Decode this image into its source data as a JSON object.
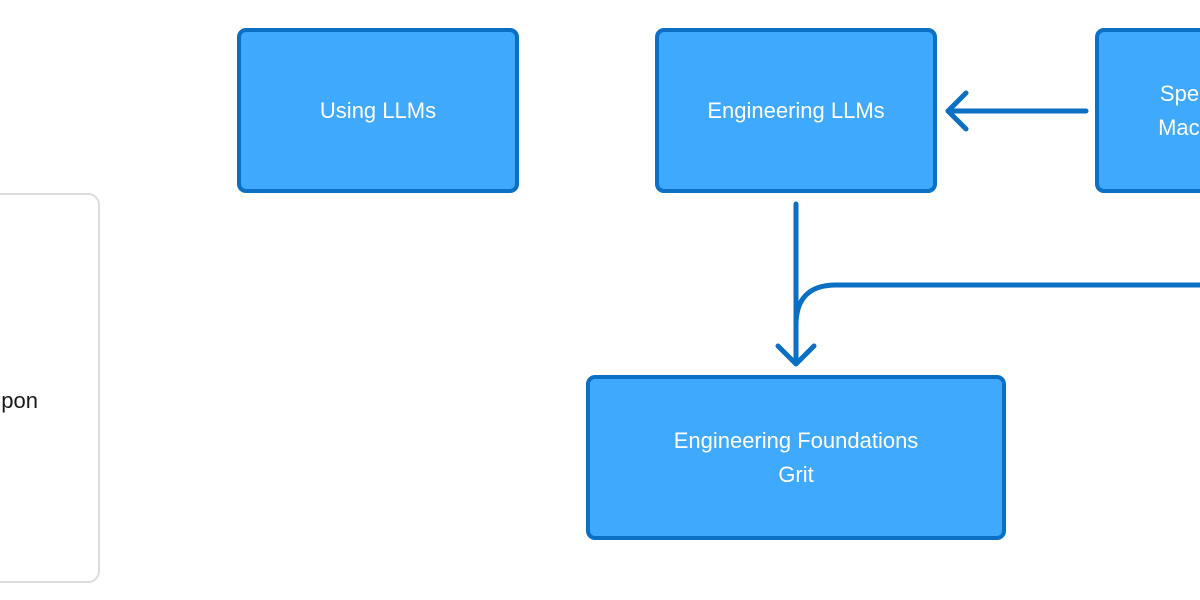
{
  "diagram": {
    "colors": {
      "node_fill": "#3fa9fd",
      "node_border": "#0b6fc4",
      "edge": "#0b6fc4",
      "legend_border": "#dcdcdc"
    },
    "nodes": {
      "using_llms": {
        "label": "Using LLMs"
      },
      "engineering_llms": {
        "label": "Engineering LLMs"
      },
      "spec_machine": {
        "line1": "Spec",
        "line2": "Mach"
      },
      "engineering_foundations": {
        "line1": "Engineering Foundations",
        "line2": "Grit"
      }
    },
    "legend": {
      "label_fragment": "pon"
    },
    "edges": [
      {
        "from": "spec_machine",
        "to": "engineering_llms"
      },
      {
        "from": "engineering_llms",
        "to": "engineering_foundations"
      },
      {
        "from": "offscreen-right",
        "to": "engineering_foundations"
      }
    ]
  }
}
